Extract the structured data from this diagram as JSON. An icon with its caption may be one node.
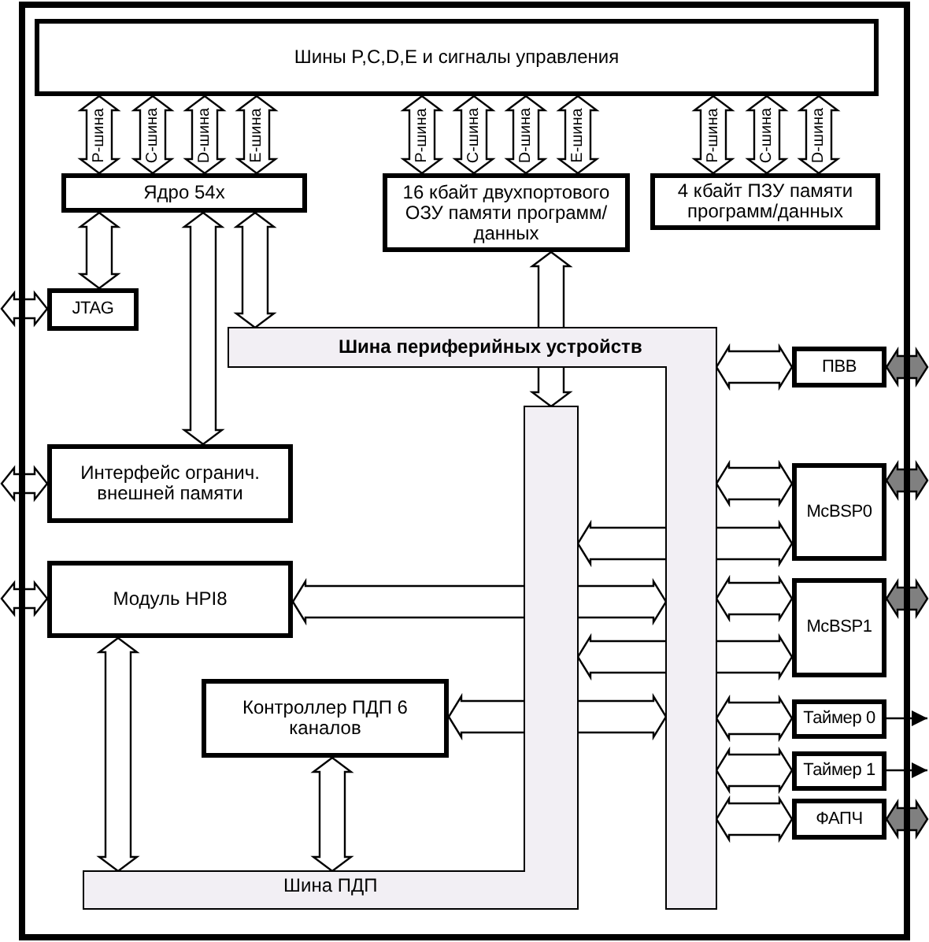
{
  "diagram": {
    "nodes": [
      {
        "text": [
          "Шины P,C,D,E и сигналы управления"
        ]
      },
      {
        "text": [
          "Ядро 54x"
        ]
      },
      {
        "text": [
          "16 кбайт двухпортового ОЗУ памяти программ/ данных"
        ]
      },
      {
        "text": [
          "4 кбайт ПЗУ памяти программ/данных"
        ]
      },
      {
        "text": [
          "JTAG"
        ]
      },
      {
        "text": [
          "Шина периферийных устройств"
        ]
      },
      {
        "text": [
          "Интерфейс огранич. внешней памяти"
        ]
      },
      {
        "text": [
          "Модуль HPI8"
        ]
      },
      {
        "text": [
          "Контроллер ПДП 6 каналов"
        ]
      },
      {
        "text": [
          "Шина ПДП"
        ]
      },
      {
        "text": [
          "ПВВ"
        ]
      },
      {
        "text": [
          "McBSP0"
        ]
      },
      {
        "text": [
          "McBSP1"
        ]
      },
      {
        "text": [
          "Таймер 0"
        ]
      },
      {
        "text": [
          "Таймер 1"
        ]
      },
      {
        "text": [
          "ФАПЧ"
        ]
      }
    ],
    "edges": [
      {
        "from": 0,
        "to": 1,
        "arrow": "both",
        "label": "P-шина"
      },
      {
        "from": 0,
        "to": 1,
        "arrow": "both",
        "label": "C-шина"
      },
      {
        "from": 0,
        "to": 1,
        "arrow": "both",
        "label": "D-шина"
      },
      {
        "from": 0,
        "to": 1,
        "arrow": "both",
        "label": "E-шина"
      },
      {
        "from": 0,
        "to": 2,
        "arrow": "both",
        "label": "P-шина"
      },
      {
        "from": 0,
        "to": 2,
        "arrow": "both",
        "label": "C-шина"
      },
      {
        "from": 0,
        "to": 2,
        "arrow": "both",
        "label": "D-шина"
      },
      {
        "from": 0,
        "to": 2,
        "arrow": "both",
        "label": "E-шина"
      },
      {
        "from": 0,
        "to": 3,
        "arrow": "both",
        "label": "P-шина"
      },
      {
        "from": 0,
        "to": 3,
        "arrow": "both",
        "label": "C-шина"
      },
      {
        "from": 0,
        "to": 3,
        "arrow": "both",
        "label": "D-шина"
      },
      {
        "from": 1,
        "to": 4,
        "arrow": "both"
      },
      {
        "from": 1,
        "to": 6,
        "arrow": "both"
      },
      {
        "from": 1,
        "to": 5,
        "arrow": "both"
      },
      {
        "from": 2,
        "to": 9,
        "arrow": "both"
      },
      {
        "from": null,
        "to": 4,
        "arrow": "both"
      },
      {
        "from": null,
        "to": 6,
        "arrow": "both"
      },
      {
        "from": null,
        "to": 7,
        "arrow": "both"
      },
      {
        "from": 5,
        "to": 10,
        "arrow": "both"
      },
      {
        "from": 5,
        "to": 11,
        "arrow": "both"
      },
      {
        "from": 9,
        "to": 11,
        "arrow": "both"
      },
      {
        "from": 7,
        "to": 5,
        "arrow": "both"
      },
      {
        "from": 5,
        "to": 12,
        "arrow": "both"
      },
      {
        "from": 9,
        "to": 12,
        "arrow": "both"
      },
      {
        "from": 8,
        "to": 5,
        "arrow": "both"
      },
      {
        "from": 5,
        "to": 13,
        "arrow": "both"
      },
      {
        "from": 5,
        "to": 14,
        "arrow": "both"
      },
      {
        "from": 5,
        "to": 15,
        "arrow": "both"
      },
      {
        "from": 7,
        "to": 9,
        "arrow": "both"
      },
      {
        "from": 8,
        "to": 9,
        "arrow": "both"
      },
      {
        "from": 10,
        "to": null,
        "arrow": "both",
        "color": "#808080"
      },
      {
        "from": 11,
        "to": null,
        "arrow": "both",
        "color": "#808080"
      },
      {
        "from": 12,
        "to": null,
        "arrow": "both",
        "color": "#808080"
      },
      {
        "from": 13,
        "to": null,
        "arrow": "to"
      },
      {
        "from": 14,
        "to": null,
        "arrow": "to"
      },
      {
        "from": 15,
        "to": null,
        "arrow": "both",
        "color": "#808080"
      }
    ]
  }
}
